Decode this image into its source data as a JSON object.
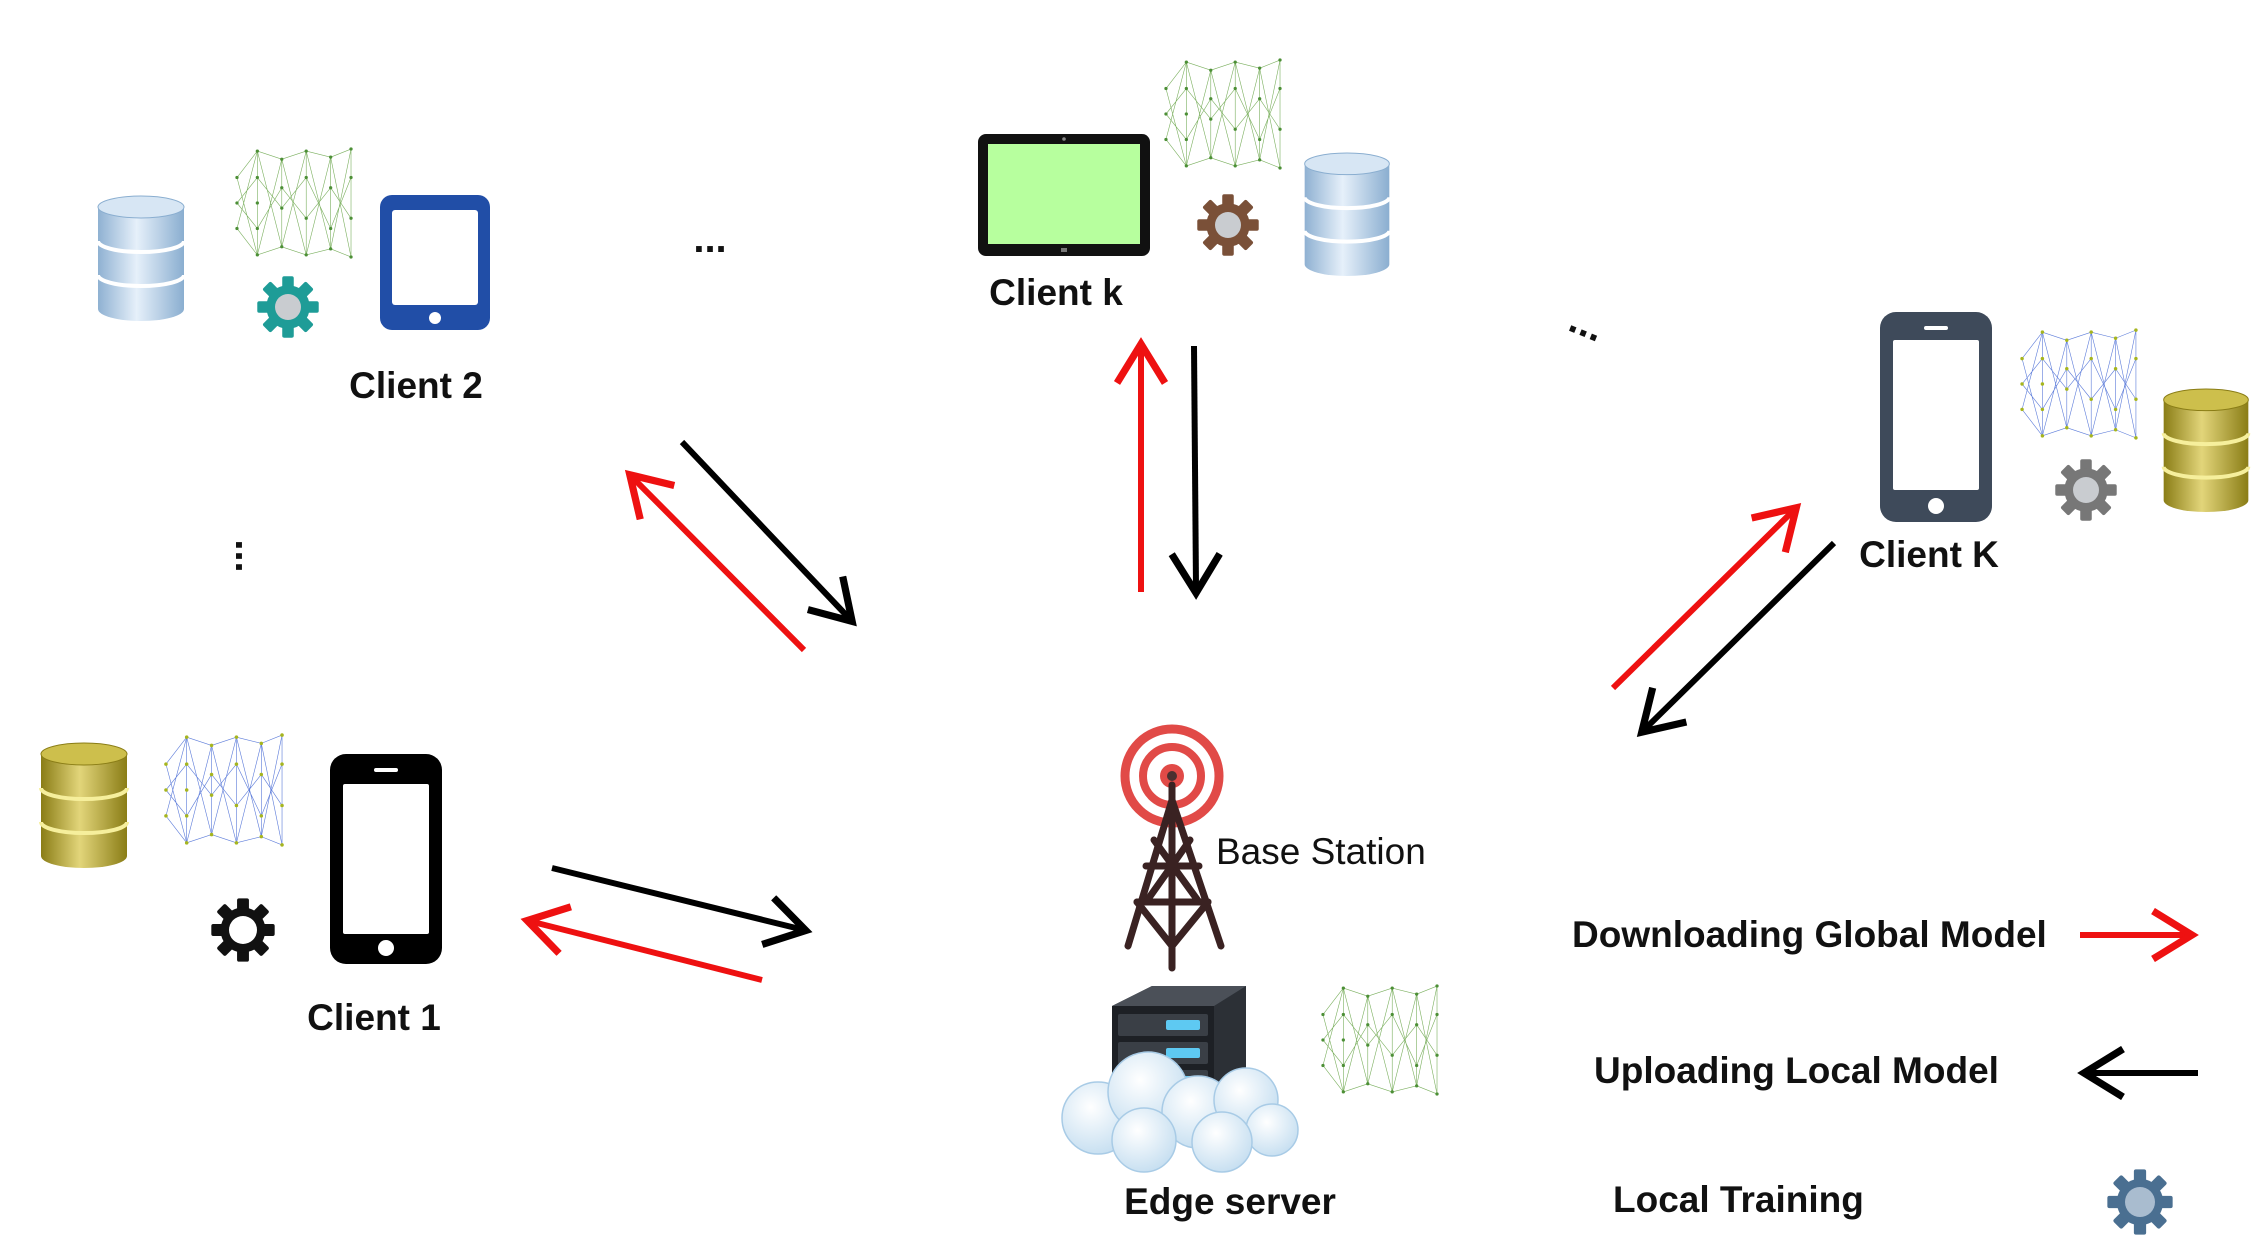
{
  "clients": {
    "client1": {
      "label": "Client 1",
      "device": "smartphone-icon",
      "db_color": "#b3a52c",
      "gear_color": "#111111",
      "nn_color": "#3d6ad9"
    },
    "client2": {
      "label": "Client 2",
      "device": "tablet-icon",
      "db_color": "#9bbcd8",
      "gear_color": "#1e9c97",
      "nn_color": "#3f9b36"
    },
    "clientk": {
      "label": "Client k",
      "device": "tablet-landscape-icon",
      "screen_color": "#b7ff9e",
      "db_color": "#9bbcd8",
      "gear_color": "#7a5038",
      "nn_color": "#3f9b36"
    },
    "clientK": {
      "label": "Client K",
      "device": "smartphone-icon",
      "db_color": "#b3a52c",
      "gear_color": "#777777",
      "nn_color": "#3d6ad9"
    }
  },
  "server": {
    "base_station_label": "Base Station",
    "edge_label": "Edge server",
    "tower_icon": "radio-tower-icon",
    "server_icon": "server-cloud-icon"
  },
  "ellipses": {
    "top": "...",
    "right": "...",
    "left": "..."
  },
  "legend": {
    "download_label": "Downloading Global Model",
    "upload_label": "Uploading Local Model",
    "training_label": "Local Training"
  },
  "colors": {
    "download_arrow": "#ee1111",
    "upload_arrow": "#000000",
    "legend_gear": "#4a6f91"
  }
}
